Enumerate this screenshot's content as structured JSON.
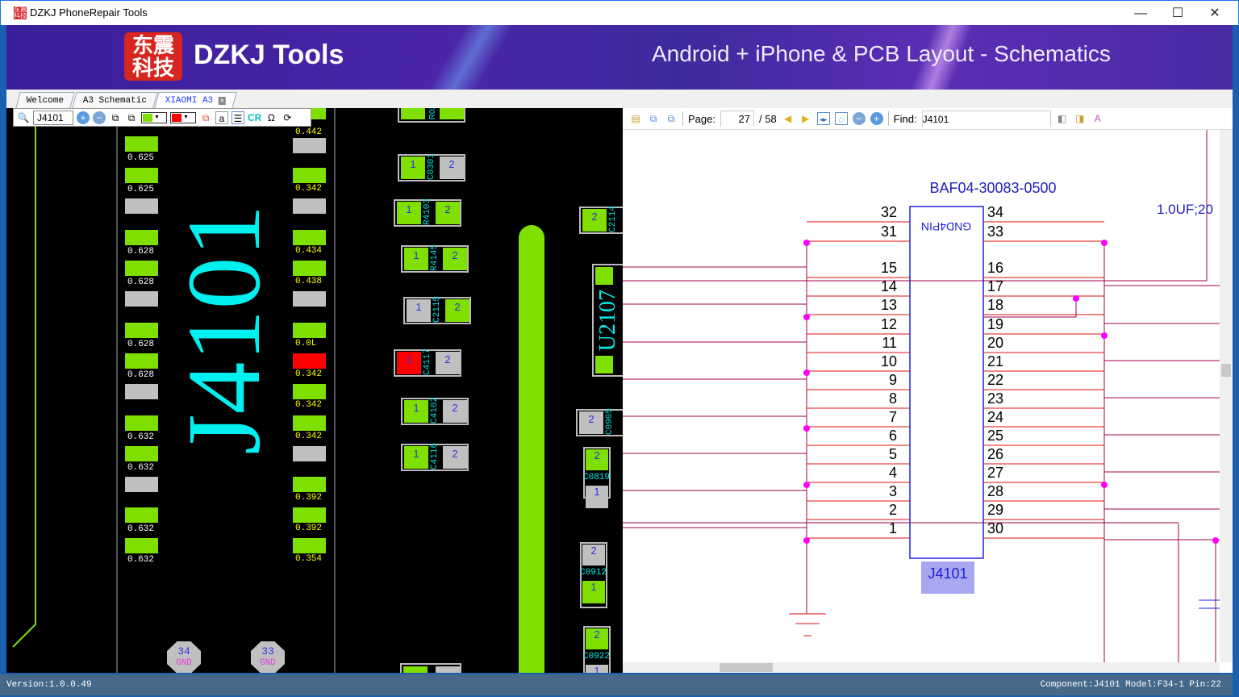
{
  "window": {
    "title": "DZKJ PhoneRepair Tools",
    "icon": "app-logo-icon",
    "minimize": "—",
    "maximize": "☐",
    "close": "✕"
  },
  "banner": {
    "logo_text": "东震科技",
    "brand": "DZKJ Tools",
    "tagline": "Android + iPhone & PCB Layout - Schematics"
  },
  "tabs": [
    {
      "label": "Welcome"
    },
    {
      "label": "A3 Schematic"
    },
    {
      "label": "XIAOMI A3",
      "active": true,
      "close": "✕"
    }
  ],
  "pcb_toolbar": {
    "search_value": "J4101",
    "color1": "#7fe000",
    "color2": "#ff0000",
    "cr": "CR",
    "omega": "Ω"
  },
  "pcb": {
    "component_label": "J4101",
    "u_label": "U2107",
    "colA": [
      {
        "c": "g",
        "v": "0.625"
      },
      {
        "c": "g",
        "v": "0.625"
      },
      {
        "c": "gr",
        "v": ""
      },
      {
        "c": "g",
        "v": "0.628"
      },
      {
        "c": "g",
        "v": "0.628"
      },
      {
        "c": "gr",
        "v": ""
      },
      {
        "c": "g",
        "v": "0.628"
      },
      {
        "c": "g",
        "v": "0.628"
      },
      {
        "c": "gr",
        "v": ""
      },
      {
        "c": "g",
        "v": "0.632"
      },
      {
        "c": "g",
        "v": "0.632"
      },
      {
        "c": "gr",
        "v": ""
      },
      {
        "c": "g",
        "v": "0.632"
      },
      {
        "c": "g",
        "v": "0.632"
      }
    ],
    "colB_top": {
      "c": "g",
      "v": "0.442"
    },
    "colB": [
      {
        "c": "gr",
        "v": ""
      },
      {
        "c": "g",
        "v": "0.342"
      },
      {
        "c": "gr",
        "v": ""
      },
      {
        "c": "g",
        "v": "0.434"
      },
      {
        "c": "g",
        "v": "0.438"
      },
      {
        "c": "gr",
        "v": ""
      },
      {
        "c": "g",
        "v": "0.0L"
      },
      {
        "c": "r",
        "v": "0.342"
      },
      {
        "c": "g",
        "v": "0.342"
      },
      {
        "c": "g",
        "v": "0.342"
      },
      {
        "c": "gr",
        "v": ""
      },
      {
        "c": "g",
        "v": "0.392"
      },
      {
        "c": "g",
        "v": "0.392"
      },
      {
        "c": "g",
        "v": "0.354"
      }
    ],
    "components": [
      {
        "name": "C0301",
        "l": "g",
        "r": "gr"
      },
      {
        "name": "R4103",
        "l": "g",
        "r": "g"
      },
      {
        "name": "R4145",
        "l": "g",
        "r": "g"
      },
      {
        "name": "C2115",
        "l": "gr",
        "r": "g"
      },
      {
        "name": "C4117",
        "l": "r",
        "r": "gr"
      },
      {
        "name": "C4102",
        "l": "g",
        "r": "gr"
      },
      {
        "name": "C4116",
        "l": "g",
        "r": "gr"
      }
    ],
    "top_comp": "R03",
    "right_comps": [
      "C2114",
      "C0905",
      "C0819",
      "C0912",
      "C0922"
    ],
    "gnd_pads": [
      {
        "num": "34",
        "label": "GND"
      },
      {
        "num": "33",
        "label": "GND"
      }
    ]
  },
  "schematic_toolbar": {
    "page_label": "Page:",
    "page": "27",
    "total": "/ 58",
    "find_label": "Find:",
    "find_value": "J4101"
  },
  "schematic": {
    "part_number": "BAF04-30083-0500",
    "inner_label": "GND4PIN",
    "ref": "J4101",
    "cap_label": "1.0UF;20",
    "left_pins": [
      "32",
      "31",
      "15",
      "14",
      "13",
      "12",
      "11",
      "10",
      "9",
      "8",
      "7",
      "6",
      "5",
      "4",
      "3",
      "2",
      "1"
    ],
    "right_pins": [
      "34",
      "33",
      "16",
      "17",
      "18",
      "19",
      "20",
      "21",
      "22",
      "23",
      "24",
      "25",
      "26",
      "27",
      "28",
      "29",
      "30"
    ]
  },
  "status": {
    "version": "Version:1.0.0.49",
    "info": "Component:J4101 Model:F34-1 Pin:22"
  }
}
